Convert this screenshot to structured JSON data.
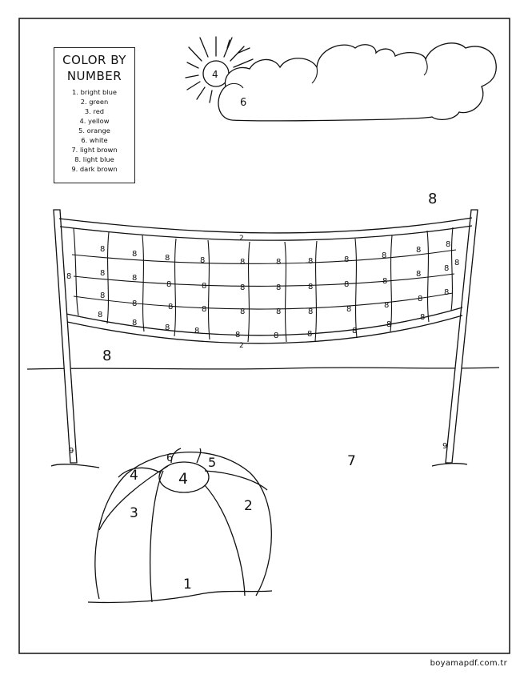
{
  "legend": {
    "title_line1": "COLOR BY",
    "title_line2": "NUMBER",
    "items": [
      "1. bright blue",
      "2. green",
      "3. red",
      "4. yellow",
      "5. orange",
      "6. white",
      "7. light brown",
      "8. light blue",
      "9. dark brown"
    ]
  },
  "labels": {
    "sun": "4",
    "cloud": "6",
    "sky": "8",
    "sky_left": "8",
    "sand": "7",
    "net_rope": "2",
    "net_cell": "8",
    "pole": "9",
    "ball_top": "6",
    "ball_cap": "4",
    "ball_upper_left": "4",
    "ball_upper_right": "5",
    "ball_left": "3",
    "ball_right": "2",
    "ball_bottom": "1"
  },
  "credit": "boyamapdf.com.tr"
}
